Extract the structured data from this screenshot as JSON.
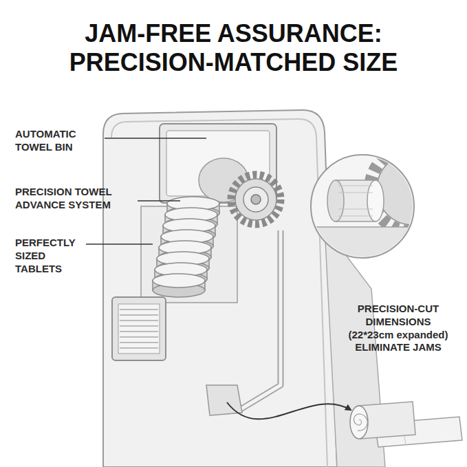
{
  "diagram": {
    "title": "JAM-FREE ASSURANCE: PRECISION-MATCHED SIZE",
    "labels": [
      "AUTOMATIC TOWEL BIN",
      "PRECISION TOWEL ADVANCE SYSTEM",
      "PERFECTLY SIZED TABLETS",
      "PRECISION-CUT DIMENSIONS (22*23cm expanded) ELIMINATE JAMS"
    ]
  }
}
